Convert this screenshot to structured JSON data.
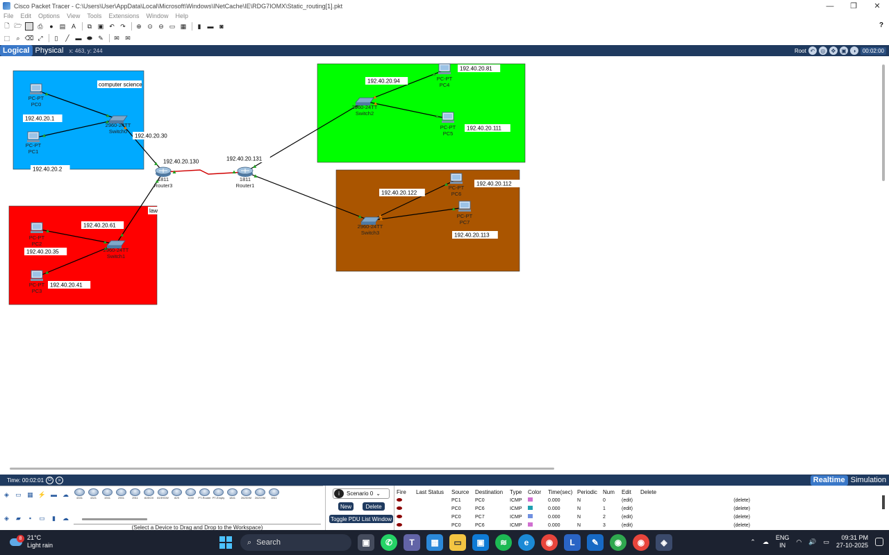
{
  "window": {
    "title": "Cisco Packet Tracer - C:\\Users\\User\\AppData\\Local\\Microsoft\\Windows\\INetCache\\IE\\RDG7IOMX\\Static_routing[1].pkt",
    "controls": [
      "—",
      "❐",
      "✕"
    ]
  },
  "menu": [
    "File",
    "Edit",
    "Options",
    "View",
    "Tools",
    "Extensions",
    "Window",
    "Help"
  ],
  "help_label": "?",
  "viewbar": {
    "logical": "Logical",
    "physical": "Physical",
    "coords": "x: 463, y: 244",
    "root": "Root",
    "clock": "00:02:00"
  },
  "topology": {
    "areas": [
      {
        "id": "cs",
        "color": "#00aaff",
        "label": "computer science"
      },
      {
        "id": "law",
        "color": "#ff0000",
        "label": "law"
      },
      {
        "id": "green",
        "color": "#00ff00",
        "label": ""
      },
      {
        "id": "brown",
        "color": "#aa5500",
        "label": ""
      }
    ],
    "devices": [
      {
        "id": "pc0",
        "type": "pc",
        "model": "PC-PT",
        "name": "PC0"
      },
      {
        "id": "pc1",
        "type": "pc",
        "model": "PC-PT",
        "name": "PC1"
      },
      {
        "id": "sw0",
        "type": "switch",
        "model": "2960-24TT",
        "name": "Switch0"
      },
      {
        "id": "r3",
        "type": "router",
        "model": "1811",
        "name": "Router3"
      },
      {
        "id": "r1",
        "type": "router",
        "model": "1811",
        "name": "Router1"
      },
      {
        "id": "sw1",
        "type": "switch",
        "model": "2960-24TT",
        "name": "Switch1"
      },
      {
        "id": "pc2",
        "type": "pc",
        "model": "PC-PT",
        "name": "PC2"
      },
      {
        "id": "pc3",
        "type": "pc",
        "model": "PC-PT",
        "name": "PC3"
      },
      {
        "id": "sw2",
        "type": "switch",
        "model": "2960-24TT",
        "name": "Switch2"
      },
      {
        "id": "pc4",
        "type": "pc",
        "model": "PC-PT",
        "name": "PC4"
      },
      {
        "id": "pc5",
        "type": "pc",
        "model": "PC-PT",
        "name": "PC5"
      },
      {
        "id": "sw3",
        "type": "switch",
        "model": "2960-24TT",
        "name": "Switch3"
      },
      {
        "id": "pc6",
        "type": "pc",
        "model": "PC-PT",
        "name": "PC6"
      },
      {
        "id": "pc7",
        "type": "pc",
        "model": "PC-PT",
        "name": "PC7"
      }
    ],
    "links": [
      {
        "from": "pc0",
        "to": "sw0",
        "kind": "copper"
      },
      {
        "from": "pc1",
        "to": "sw0",
        "kind": "copper"
      },
      {
        "from": "sw0",
        "to": "r3",
        "kind": "copper"
      },
      {
        "from": "r3",
        "to": "r1",
        "kind": "serial"
      },
      {
        "from": "r3",
        "to": "sw1",
        "kind": "copper"
      },
      {
        "from": "pc2",
        "to": "sw1",
        "kind": "copper"
      },
      {
        "from": "pc3",
        "to": "sw1",
        "kind": "copper"
      },
      {
        "from": "r1",
        "to": "sw2",
        "kind": "copper"
      },
      {
        "from": "sw2",
        "to": "pc4",
        "kind": "copper"
      },
      {
        "from": "sw2",
        "to": "pc5",
        "kind": "copper"
      },
      {
        "from": "r1",
        "to": "sw3",
        "kind": "copper"
      },
      {
        "from": "sw3",
        "to": "pc6",
        "kind": "copper"
      },
      {
        "from": "sw3",
        "to": "pc7",
        "kind": "copper"
      }
    ],
    "ip_labels": [
      {
        "id": "ip-pc1",
        "text": "192.40.20.1"
      },
      {
        "id": "ip-pc1b",
        "text": "192.40.20.2"
      },
      {
        "id": "ip-sw0",
        "text": "192.40.20.30"
      },
      {
        "id": "ip-r3",
        "text": "192.40.20.130"
      },
      {
        "id": "ip-r1",
        "text": "192.40.20.131"
      },
      {
        "id": "ip-law-gw",
        "text": "192.40.20.61"
      },
      {
        "id": "ip-pc2",
        "text": "192.40.20.35"
      },
      {
        "id": "ip-pc3",
        "text": "192.40.20.41"
      },
      {
        "id": "ip-sw2",
        "text": "192.40.20.94"
      },
      {
        "id": "ip-pc4",
        "text": "192.40.20.81"
      },
      {
        "id": "ip-pc5",
        "text": "192.40.20.111"
      },
      {
        "id": "ip-sw3",
        "text": "192.40.20.122"
      },
      {
        "id": "ip-pc6",
        "text": "192.40.20.112"
      },
      {
        "id": "ip-pc7",
        "text": "192.40.20.113"
      }
    ]
  },
  "simbar": {
    "time": "Time: 00:02:01",
    "realtime": "Realtime",
    "simulation": "Simulation"
  },
  "device_strip": [
    "4331",
    "4321",
    "1941",
    "2901",
    "2911",
    "819IOX",
    "819HGW",
    "829",
    "1240",
    "PT-Router",
    "PT-Empty",
    "1841",
    "2620XM",
    "2621XM",
    "2811"
  ],
  "device_hint": "(Select a Device to Drag and Drop to the Workspace)",
  "scenario": {
    "name": "Scenario 0",
    "new": "New",
    "delete": "Delete",
    "toggle": "Toggle PDU List Window"
  },
  "pdu_table": {
    "headers": [
      "Fire",
      "Last Status",
      "Source",
      "Destination",
      "Type",
      "Color",
      "Time(sec)",
      "Periodic",
      "Num",
      "Edit",
      "Delete"
    ],
    "rows": [
      {
        "source": "PC1",
        "destination": "PC0",
        "type": "ICMP",
        "color": "#d070d0",
        "time": "0.000",
        "periodic": "N",
        "num": "0",
        "edit": "(edit)",
        "delete": "(delete)"
      },
      {
        "source": "PC0",
        "destination": "PC6",
        "type": "ICMP",
        "color": "#20a0b0",
        "time": "0.000",
        "periodic": "N",
        "num": "1",
        "edit": "(edit)",
        "delete": "(delete)"
      },
      {
        "source": "PC0",
        "destination": "PC7",
        "type": "ICMP",
        "color": "#7090e0",
        "time": "0.000",
        "periodic": "N",
        "num": "2",
        "edit": "(edit)",
        "delete": "(delete)"
      },
      {
        "source": "PC0",
        "destination": "PC6",
        "type": "ICMP",
        "color": "#d070d0",
        "time": "0.000",
        "periodic": "N",
        "num": "3",
        "edit": "(edit)",
        "delete": "(delete)"
      }
    ]
  },
  "taskbar": {
    "temperature": "21°C",
    "weather": "Light rain",
    "weather_badge": "8",
    "search": "Search",
    "lang1": "ENG",
    "lang2": "IN",
    "time": "09:31 PM",
    "date": "27-10-2025"
  }
}
